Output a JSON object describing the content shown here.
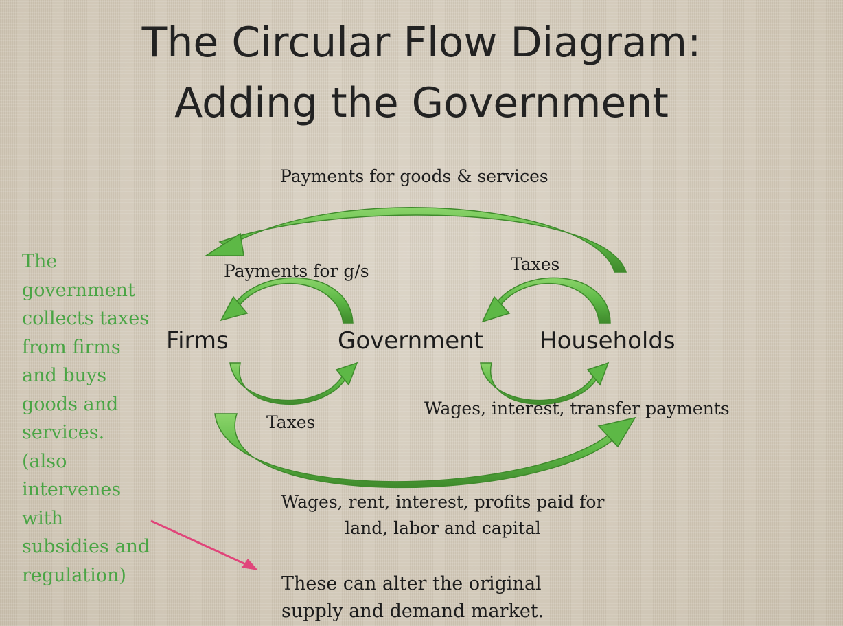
{
  "title": {
    "line1": "The Circular Flow Diagram:",
    "line2": "Adding the Government"
  },
  "nodes": {
    "firms": "Firms",
    "government": "Government",
    "households": "Households"
  },
  "flows": {
    "payments_goods_services": "Payments for goods & services",
    "payments_gs": "Payments for g/s",
    "taxes_households": "Taxes",
    "taxes_firms": "Taxes",
    "wages_interest_transfer": "Wages, interest, transfer payments",
    "factor_payments": [
      "Wages, rent, interest, profits paid for",
      "land, labor and capital"
    ]
  },
  "side_note": [
    "The",
    "government",
    "collects taxes",
    "from firms",
    "and buys",
    "goods and",
    "services.",
    "(also",
    "intervenes",
    "with",
    "subsidies and",
    "regulation)"
  ],
  "bottom_note": [
    "These can alter the original",
    "supply and demand market."
  ],
  "colors": {
    "arrow_green": "#5db846",
    "arrow_dark": "#3f8a2c",
    "side_text": "#4aa545",
    "pointer": "#e0457a"
  }
}
